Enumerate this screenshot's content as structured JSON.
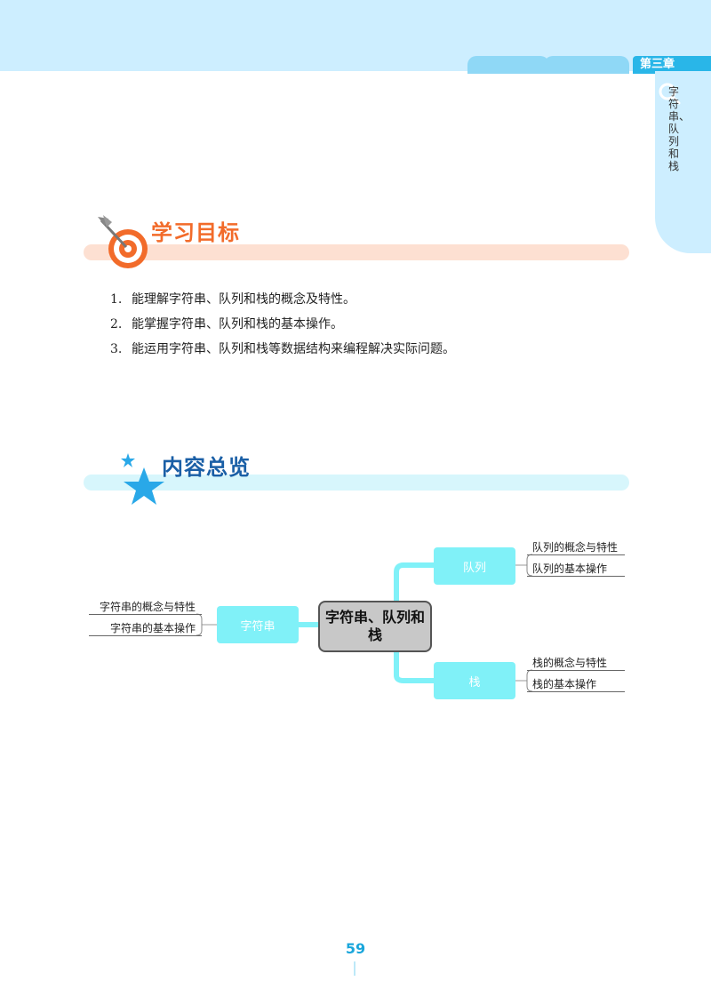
{
  "header": {
    "chapter_tab": "第三章",
    "side_title": "字符串、队列和栈"
  },
  "goals": {
    "title": "学习目标",
    "items": [
      {
        "num": "1.",
        "text": "能理解字符串、队列和栈的概念及特性。"
      },
      {
        "num": "2.",
        "text": "能掌握字符串、队列和栈的基本操作。"
      },
      {
        "num": "3.",
        "text": "能运用字符串、队列和栈等数据结构来编程解决实际问题。"
      }
    ]
  },
  "overview": {
    "title": "内容总览",
    "center": "字符串、队列和栈",
    "string": {
      "label": "字符串",
      "leaves": [
        "字符串的概念与特性",
        "字符串的基本操作"
      ]
    },
    "queue": {
      "label": "队列",
      "leaves": [
        "队列的概念与特性",
        "队列的基本操作"
      ]
    },
    "stack": {
      "label": "栈",
      "leaves": [
        "栈的概念与特性",
        "栈的基本操作"
      ]
    }
  },
  "footer": {
    "page_number": "59"
  },
  "colors": {
    "accent_orange": "#f26b2a",
    "accent_blue": "#1a5fa6",
    "node_cyan": "#80f1f8",
    "band": "#cdeeff"
  }
}
